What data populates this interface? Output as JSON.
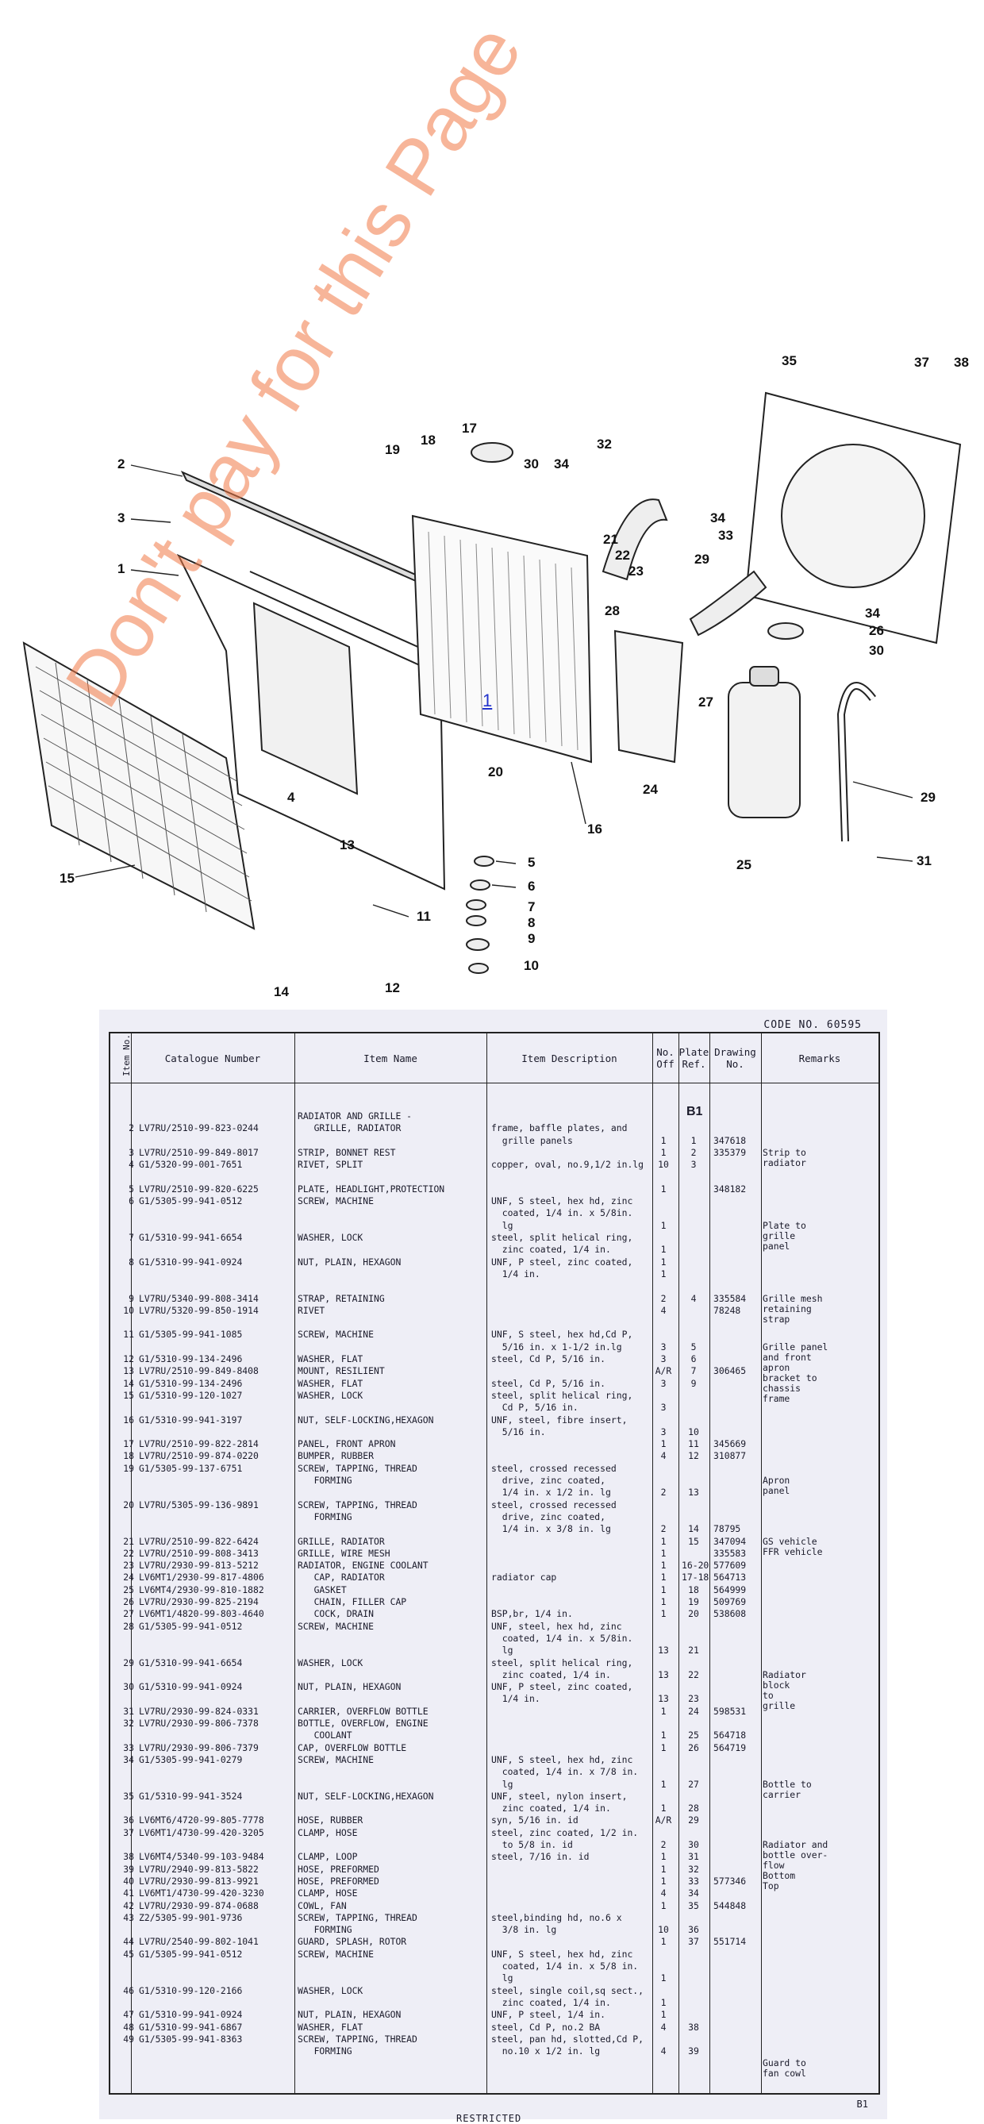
{
  "watermark": "Don't pay for this Page",
  "link_badge": "1",
  "diagram": {
    "callouts": [
      "1",
      "2",
      "3",
      "4",
      "5",
      "6",
      "7",
      "8",
      "9",
      "10",
      "11",
      "12",
      "13",
      "14",
      "15",
      "16",
      "17",
      "18",
      "19",
      "20",
      "21",
      "22",
      "23",
      "24",
      "25",
      "26",
      "27",
      "28",
      "29",
      "29",
      "30",
      "30",
      "31",
      "32",
      "33",
      "34",
      "34",
      "34",
      "35",
      "37",
      "38"
    ]
  },
  "sheet": {
    "code_no": "CODE NO. 60595",
    "plate_title": "B1",
    "headers": {
      "item_no": "Item No.",
      "catalogue": "Catalogue  Number",
      "name": "Item  Name",
      "description": "Item  Description",
      "no_off": "No.\nOff",
      "plate_ref": "Plate\nRef.",
      "drawing": "Drawing\nNo.",
      "remarks": "Remarks"
    },
    "rows": [
      {
        "no": "",
        "cat": "",
        "name": "RADIATOR AND GRILLE -",
        "desc": "",
        "off": "",
        "plate": "",
        "draw": ""
      },
      {
        "no": "2",
        "cat": "LV7RU/2510-99-823-0244",
        "name": "   GRILLE, RADIATOR",
        "desc": "frame, baffle plates, and",
        "off": "",
        "plate": "",
        "draw": ""
      },
      {
        "no": "",
        "cat": "",
        "name": "",
        "desc": "  grille panels",
        "off": "1",
        "plate": "1",
        "draw": "347618"
      },
      {
        "no": "3",
        "cat": "LV7RU/2510-99-849-8017",
        "name": "STRIP, BONNET REST",
        "desc": "",
        "off": "1",
        "plate": "2",
        "draw": "335379"
      },
      {
        "no": "4",
        "cat": "G1/5320-99-001-7651",
        "name": "RIVET, SPLIT",
        "desc": "copper, oval, no.9,1/2 in.lg",
        "off": "10",
        "plate": "3",
        "draw": ""
      },
      {
        "no": "",
        "cat": "",
        "name": "",
        "desc": "",
        "off": "",
        "plate": "",
        "draw": ""
      },
      {
        "no": "5",
        "cat": "LV7RU/2510-99-820-6225",
        "name": "PLATE, HEADLIGHT,PROTECTION",
        "desc": "",
        "off": "1",
        "plate": "",
        "draw": "348182"
      },
      {
        "no": "6",
        "cat": "G1/5305-99-941-0512",
        "name": "SCREW, MACHINE",
        "desc": "UNF, S steel, hex hd, zinc",
        "off": "",
        "plate": "",
        "draw": ""
      },
      {
        "no": "",
        "cat": "",
        "name": "",
        "desc": "  coated, 1/4 in. x 5/8in.",
        "off": "",
        "plate": "",
        "draw": ""
      },
      {
        "no": "",
        "cat": "",
        "name": "",
        "desc": "  lg",
        "off": "1",
        "plate": "",
        "draw": ""
      },
      {
        "no": "7",
        "cat": "G1/5310-99-941-6654",
        "name": "WASHER, LOCK",
        "desc": "steel, split helical ring,",
        "off": "",
        "plate": "",
        "draw": ""
      },
      {
        "no": "",
        "cat": "",
        "name": "",
        "desc": "  zinc coated, 1/4 in.",
        "off": "1",
        "plate": "",
        "draw": ""
      },
      {
        "no": "8",
        "cat": "G1/5310-99-941-0924",
        "name": "NUT, PLAIN, HEXAGON",
        "desc": "UNF, P steel, zinc coated,",
        "off": "1",
        "plate": "",
        "draw": ""
      },
      {
        "no": "",
        "cat": "",
        "name": "",
        "desc": "  1/4 in.",
        "off": "1",
        "plate": "",
        "draw": ""
      },
      {
        "no": "",
        "cat": "",
        "name": "",
        "desc": "",
        "off": "",
        "plate": "",
        "draw": ""
      },
      {
        "no": "9",
        "cat": "LV7RU/5340-99-808-3414",
        "name": "STRAP, RETAINING",
        "desc": "",
        "off": "2",
        "plate": "4",
        "draw": "335584"
      },
      {
        "no": "10",
        "cat": "LV7RU/5320-99-850-1914",
        "name": "RIVET",
        "desc": "",
        "off": "4",
        "plate": "",
        "draw": "78248"
      },
      {
        "no": "",
        "cat": "",
        "name": "",
        "desc": "",
        "off": "",
        "plate": "",
        "draw": ""
      },
      {
        "no": "11",
        "cat": "G1/5305-99-941-1085",
        "name": "SCREW, MACHINE",
        "desc": "UNF, S steel, hex hd,Cd P,",
        "off": "",
        "plate": "",
        "draw": ""
      },
      {
        "no": "",
        "cat": "",
        "name": "",
        "desc": "  5/16 in. x 1-1/2 in.lg",
        "off": "3",
        "plate": "5",
        "draw": ""
      },
      {
        "no": "12",
        "cat": "G1/5310-99-134-2496",
        "name": "WASHER, FLAT",
        "desc": "steel, Cd P, 5/16 in.",
        "off": "3",
        "plate": "6",
        "draw": ""
      },
      {
        "no": "13",
        "cat": "LV7RU/2510-99-849-8408",
        "name": "MOUNT, RESILIENT",
        "desc": "",
        "off": "A/R",
        "plate": "7",
        "draw": "306465"
      },
      {
        "no": "14",
        "cat": "G1/5310-99-134-2496",
        "name": "WASHER, FLAT",
        "desc": "steel, Cd P, 5/16 in.",
        "off": "3",
        "plate": "9",
        "draw": ""
      },
      {
        "no": "15",
        "cat": "G1/5310-99-120-1027",
        "name": "WASHER, LOCK",
        "desc": "steel, split helical ring,",
        "off": "",
        "plate": "",
        "draw": ""
      },
      {
        "no": "",
        "cat": "",
        "name": "",
        "desc": "  Cd P, 5/16 in.",
        "off": "3",
        "plate": "",
        "draw": ""
      },
      {
        "no": "16",
        "cat": "G1/5310-99-941-3197",
        "name": "NUT, SELF-LOCKING,HEXAGON",
        "desc": "UNF, steel, fibre insert,",
        "off": "",
        "plate": "",
        "draw": ""
      },
      {
        "no": "",
        "cat": "",
        "name": "",
        "desc": "  5/16 in.",
        "off": "3",
        "plate": "10",
        "draw": ""
      },
      {
        "no": "17",
        "cat": "LV7RU/2510-99-822-2814",
        "name": "PANEL, FRONT APRON",
        "desc": "",
        "off": "1",
        "plate": "11",
        "draw": "345669"
      },
      {
        "no": "18",
        "cat": "LV7RU/2510-99-874-0220",
        "name": "BUMPER, RUBBER",
        "desc": "",
        "off": "4",
        "plate": "12",
        "draw": "310877"
      },
      {
        "no": "19",
        "cat": "G1/5305-99-137-6751",
        "name": "SCREW, TAPPING, THREAD",
        "desc": "steel, crossed recessed",
        "off": "",
        "plate": "",
        "draw": ""
      },
      {
        "no": "",
        "cat": "",
        "name": "   FORMING",
        "desc": "  drive, zinc coated,",
        "off": "",
        "plate": "",
        "draw": ""
      },
      {
        "no": "",
        "cat": "",
        "name": "",
        "desc": "  1/4 in. x 1/2 in. lg",
        "off": "2",
        "plate": "13",
        "draw": ""
      },
      {
        "no": "20",
        "cat": "LV7RU/5305-99-136-9891",
        "name": "SCREW, TAPPING, THREAD",
        "desc": "steel, crossed recessed",
        "off": "",
        "plate": "",
        "draw": ""
      },
      {
        "no": "",
        "cat": "",
        "name": "   FORMING",
        "desc": "  drive, zinc coated,",
        "off": "",
        "plate": "",
        "draw": ""
      },
      {
        "no": "",
        "cat": "",
        "name": "",
        "desc": "  1/4 in. x 3/8 in. lg",
        "off": "2",
        "plate": "14",
        "draw": "78795"
      },
      {
        "no": "21",
        "cat": "LV7RU/2510-99-822-6424",
        "name": "GRILLE, RADIATOR",
        "desc": "",
        "off": "1",
        "plate": "15",
        "draw": "347094"
      },
      {
        "no": "22",
        "cat": "LV7RU/2510-99-808-3413",
        "name": "GRILLE, WIRE MESH",
        "desc": "",
        "off": "1",
        "plate": "",
        "draw": "335583"
      },
      {
        "no": "23",
        "cat": "LV7RU/2930-99-813-5212",
        "name": "RADIATOR, ENGINE COOLANT",
        "desc": "",
        "off": "1",
        "plate": "16-20",
        "draw": "577609"
      },
      {
        "no": "24",
        "cat": "LV6MT1/2930-99-817-4806",
        "name": "   CAP, RADIATOR",
        "desc": "radiator cap",
        "off": "1",
        "plate": "17-18",
        "draw": "564713"
      },
      {
        "no": "25",
        "cat": "LV6MT4/2930-99-810-1882",
        "name": "   GASKET",
        "desc": "",
        "off": "1",
        "plate": "18",
        "draw": "564999"
      },
      {
        "no": "26",
        "cat": "LV7RU/2930-99-825-2194",
        "name": "   CHAIN, FILLER CAP",
        "desc": "",
        "off": "1",
        "plate": "19",
        "draw": "509769"
      },
      {
        "no": "27",
        "cat": "LV6MT1/4820-99-803-4640",
        "name": "   COCK, DRAIN",
        "desc": "BSP,br, 1/4 in.",
        "off": "1",
        "plate": "20",
        "draw": "538608"
      },
      {
        "no": "28",
        "cat": "G1/5305-99-941-0512",
        "name": "SCREW, MACHINE",
        "desc": "UNF, steel, hex hd, zinc",
        "off": "",
        "plate": "",
        "draw": ""
      },
      {
        "no": "",
        "cat": "",
        "name": "",
        "desc": "  coated, 1/4 in. x 5/8in.",
        "off": "",
        "plate": "",
        "draw": ""
      },
      {
        "no": "",
        "cat": "",
        "name": "",
        "desc": "  lg",
        "off": "13",
        "plate": "21",
        "draw": ""
      },
      {
        "no": "29",
        "cat": "G1/5310-99-941-6654",
        "name": "WASHER, LOCK",
        "desc": "steel, split helical ring,",
        "off": "",
        "plate": "",
        "draw": ""
      },
      {
        "no": "",
        "cat": "",
        "name": "",
        "desc": "  zinc coated, 1/4 in.",
        "off": "13",
        "plate": "22",
        "draw": ""
      },
      {
        "no": "30",
        "cat": "G1/5310-99-941-0924",
        "name": "NUT, PLAIN, HEXAGON",
        "desc": "UNF, P steel, zinc coated,",
        "off": "",
        "plate": "",
        "draw": ""
      },
      {
        "no": "",
        "cat": "",
        "name": "",
        "desc": "  1/4 in.",
        "off": "13",
        "plate": "23",
        "draw": ""
      },
      {
        "no": "31",
        "cat": "LV7RU/2930-99-824-0331",
        "name": "CARRIER, OVERFLOW BOTTLE",
        "desc": "",
        "off": "1",
        "plate": "24",
        "draw": "598531"
      },
      {
        "no": "32",
        "cat": "LV7RU/2930-99-806-7378",
        "name": "BOTTLE, OVERFLOW, ENGINE",
        "desc": "",
        "off": "",
        "plate": "",
        "draw": ""
      },
      {
        "no": "",
        "cat": "",
        "name": "   COOLANT",
        "desc": "",
        "off": "1",
        "plate": "25",
        "draw": "564718"
      },
      {
        "no": "33",
        "cat": "LV7RU/2930-99-806-7379",
        "name": "CAP, OVERFLOW BOTTLE",
        "desc": "",
        "off": "1",
        "plate": "26",
        "draw": "564719"
      },
      {
        "no": "34",
        "cat": "G1/5305-99-941-0279",
        "name": "SCREW, MACHINE",
        "desc": "UNF, S steel, hex hd, zinc",
        "off": "",
        "plate": "",
        "draw": ""
      },
      {
        "no": "",
        "cat": "",
        "name": "",
        "desc": "  coated, 1/4 in. x 7/8 in.",
        "off": "",
        "plate": "",
        "draw": ""
      },
      {
        "no": "",
        "cat": "",
        "name": "",
        "desc": "  lg",
        "off": "1",
        "plate": "27",
        "draw": ""
      },
      {
        "no": "35",
        "cat": "G1/5310-99-941-3524",
        "name": "NUT, SELF-LOCKING,HEXAGON",
        "desc": "UNF, steel, nylon insert,",
        "off": "",
        "plate": "",
        "draw": ""
      },
      {
        "no": "",
        "cat": "",
        "name": "",
        "desc": "  zinc coated, 1/4 in.",
        "off": "1",
        "plate": "28",
        "draw": ""
      },
      {
        "no": "36",
        "cat": "LV6MT6/4720-99-805-7778",
        "name": "HOSE, RUBBER",
        "desc": "syn, 5/16 in. id",
        "off": "A/R",
        "plate": "29",
        "draw": ""
      },
      {
        "no": "37",
        "cat": "LV6MT1/4730-99-420-3205",
        "name": "CLAMP, HOSE",
        "desc": "steel, zinc coated, 1/2 in.",
        "off": "",
        "plate": "",
        "draw": ""
      },
      {
        "no": "",
        "cat": "",
        "name": "",
        "desc": "  to 5/8 in. id",
        "off": "2",
        "plate": "30",
        "draw": ""
      },
      {
        "no": "38",
        "cat": "LV6MT4/5340-99-103-9484",
        "name": "CLAMP, LOOP",
        "desc": "steel, 7/16 in. id",
        "off": "1",
        "plate": "31",
        "draw": ""
      },
      {
        "no": "39",
        "cat": "LV7RU/2940-99-813-5822",
        "name": "HOSE, PREFORMED",
        "desc": "",
        "off": "1",
        "plate": "32",
        "draw": ""
      },
      {
        "no": "40",
        "cat": "LV7RU/2930-99-813-9921",
        "name": "HOSE, PREFORMED",
        "desc": "",
        "off": "1",
        "plate": "33",
        "draw": "577346"
      },
      {
        "no": "41",
        "cat": "LV6MT1/4730-99-420-3230",
        "name": "CLAMP, HOSE",
        "desc": "",
        "off": "4",
        "plate": "34",
        "draw": ""
      },
      {
        "no": "42",
        "cat": "LV7RU/2930-99-874-0688",
        "name": "COWL, FAN",
        "desc": "",
        "off": "1",
        "plate": "35",
        "draw": "544848"
      },
      {
        "no": "43",
        "cat": "Z2/5305-99-901-9736",
        "name": "SCREW, TAPPING, THREAD",
        "desc": "steel,binding hd, no.6 x",
        "off": "",
        "plate": "",
        "draw": ""
      },
      {
        "no": "",
        "cat": "",
        "name": "   FORMING",
        "desc": "  3/8 in. lg",
        "off": "10",
        "plate": "36",
        "draw": ""
      },
      {
        "no": "44",
        "cat": "LV7RU/2540-99-802-1041",
        "name": "GUARD, SPLASH, ROTOR",
        "desc": "",
        "off": "1",
        "plate": "37",
        "draw": "551714"
      },
      {
        "no": "45",
        "cat": "G1/5305-99-941-0512",
        "name": "SCREW, MACHINE",
        "desc": "UNF, S steel, hex hd, zinc",
        "off": "",
        "plate": "",
        "draw": ""
      },
      {
        "no": "",
        "cat": "",
        "name": "",
        "desc": "  coated, 1/4 in. x 5/8 in.",
        "off": "",
        "plate": "",
        "draw": ""
      },
      {
        "no": "",
        "cat": "",
        "name": "",
        "desc": "  lg",
        "off": "1",
        "plate": "",
        "draw": ""
      },
      {
        "no": "46",
        "cat": "G1/5310-99-120-2166",
        "name": "WASHER, LOCK",
        "desc": "steel, single coil,sq sect.,",
        "off": "",
        "plate": "",
        "draw": ""
      },
      {
        "no": "",
        "cat": "",
        "name": "",
        "desc": "  zinc coated, 1/4 in.",
        "off": "1",
        "plate": "",
        "draw": ""
      },
      {
        "no": "47",
        "cat": "G1/5310-99-941-0924",
        "name": "NUT, PLAIN, HEXAGON",
        "desc": "UNF, P steel, 1/4 in.",
        "off": "1",
        "plate": "",
        "draw": ""
      },
      {
        "no": "48",
        "cat": "G1/5310-99-941-6867",
        "name": "WASHER, FLAT",
        "desc": "steel, Cd P, no.2 BA",
        "off": "4",
        "plate": "38",
        "draw": ""
      },
      {
        "no": "49",
        "cat": "G1/5305-99-941-8363",
        "name": "SCREW, TAPPING, THREAD",
        "desc": "steel, pan hd, slotted,Cd P,",
        "off": "",
        "plate": "",
        "draw": ""
      },
      {
        "no": "",
        "cat": "",
        "name": "   FORMING",
        "desc": "  no.10 x 1/2 in. lg",
        "off": "4",
        "plate": "39",
        "draw": ""
      }
    ],
    "remarks": [
      {
        "row": 3,
        "text": "Strip to\nradiator"
      },
      {
        "row": 9,
        "text": "Plate to\ngrille\npanel"
      },
      {
        "row": 15,
        "text": "Grille mesh\nretaining\nstrap"
      },
      {
        "row": 19,
        "text": "Grille panel\nand front\napron\nbracket to\nchassis\nframe"
      },
      {
        "row": 30,
        "text": "Apron\npanel"
      },
      {
        "row": 35,
        "text": "GS vehicle\nFFR vehicle"
      },
      {
        "row": 46,
        "text": "Radiator\nblock\nto\ngrille"
      },
      {
        "row": 55,
        "text": "Bottle to\ncarrier"
      },
      {
        "row": 60,
        "text": "Radiator and\nbottle over-\nflow\nBottom\nTop"
      },
      {
        "row": 78,
        "text": "Guard to\nfan cowl"
      }
    ],
    "footer": "RESTRICTED",
    "page_code": "B1"
  }
}
